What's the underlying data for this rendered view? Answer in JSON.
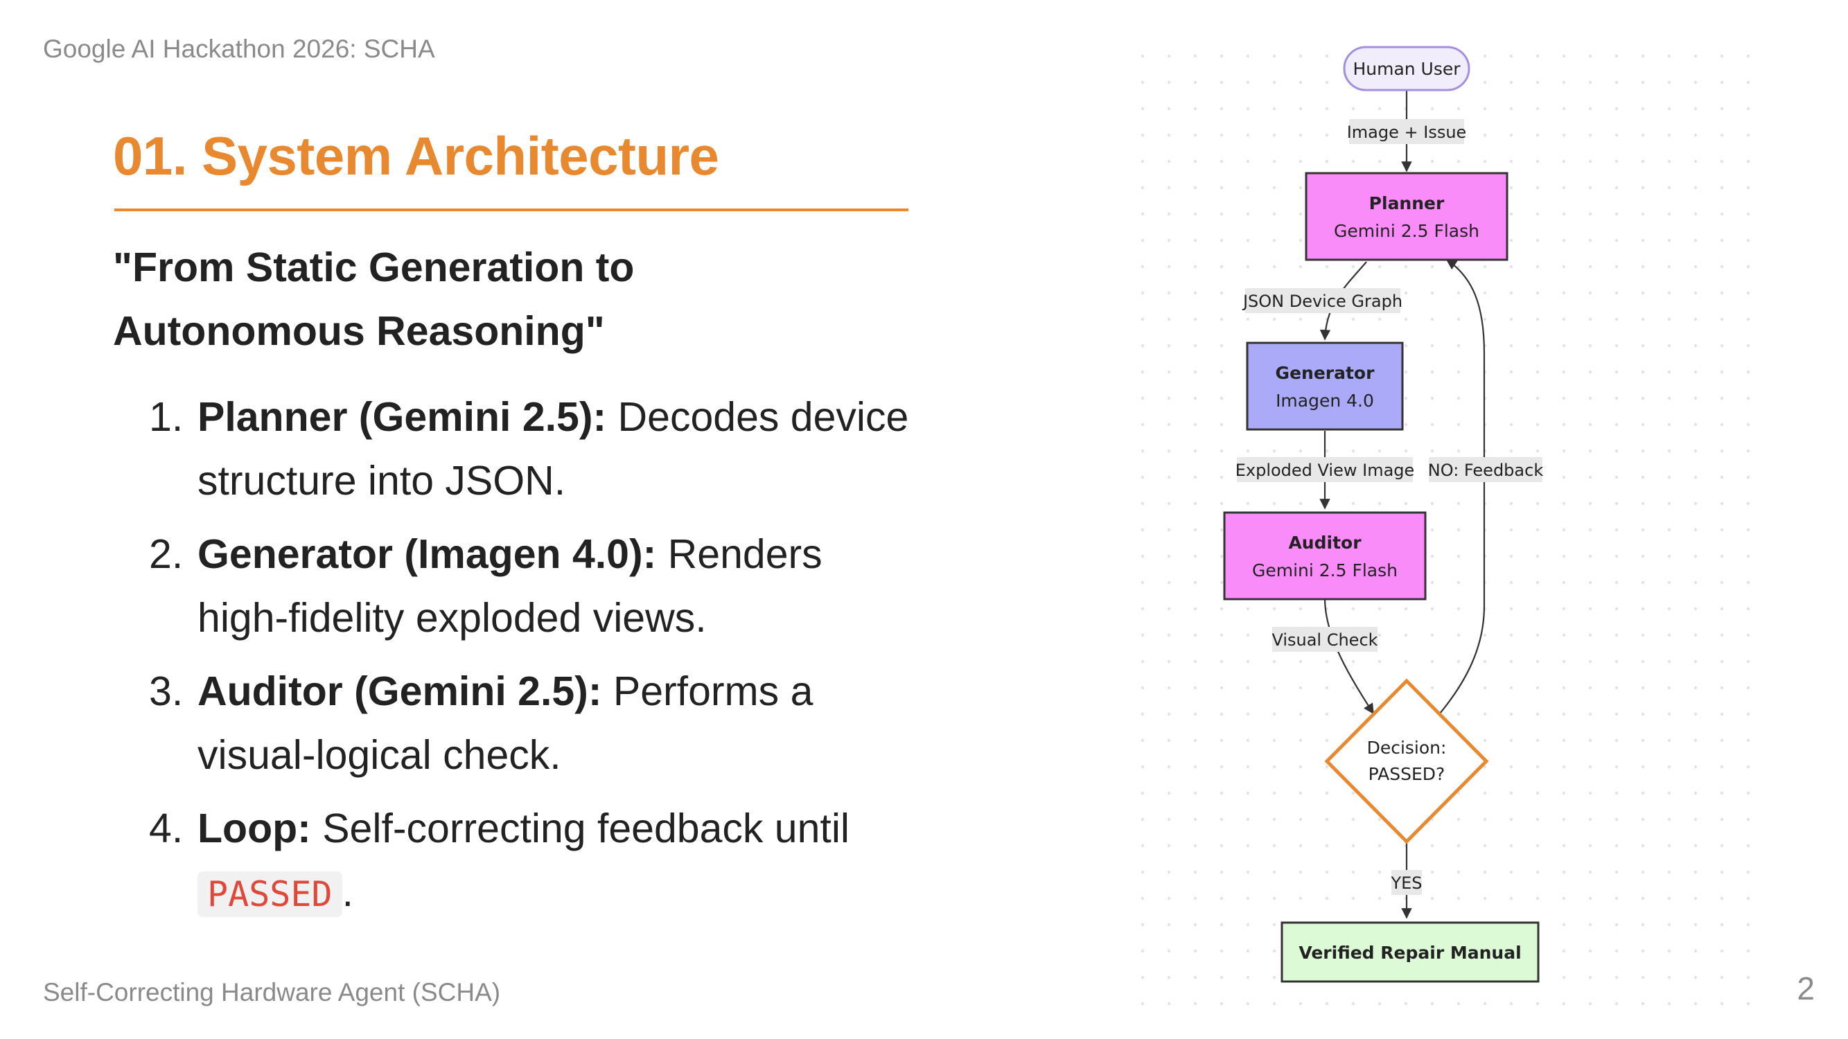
{
  "slide": {
    "header": "Google AI Hackathon 2026: SCHA",
    "footer": "Self-Correcting Hardware Agent (SCHA)",
    "page_number": "2",
    "title": "01. System Architecture",
    "quote_line1": "\"From Static Generation to",
    "quote_line2": "Autonomous Reasoning\"",
    "steps": [
      {
        "num": "1.",
        "strong": "Planner (Gemini 2.5):",
        "text": " Decodes device structure into JSON."
      },
      {
        "num": "2.",
        "strong": "Generator (Imagen 4.0):",
        "text": " Renders high-fidelity exploded views."
      },
      {
        "num": "3.",
        "strong": "Auditor (Gemini 2.5):",
        "text": " Performs a visual-logical check."
      },
      {
        "num": "4.",
        "strong": "Loop:",
        "text": " Self-correcting feedback until ",
        "code": "PASSED",
        "suffix": "."
      }
    ]
  },
  "diagram": {
    "nodes": {
      "human_user": "Human User",
      "planner_title": "Planner",
      "planner_sub": "Gemini 2.5 Flash",
      "generator_title": "Generator",
      "generator_sub": "Imagen 4.0",
      "auditor_title": "Auditor",
      "auditor_sub": "Gemini 2.5 Flash",
      "decision_line1": "Decision:",
      "decision_line2": "PASSED?",
      "final": "Verified Repair Manual"
    },
    "edges": {
      "user_to_planner": "Image + Issue",
      "planner_to_generator": "JSON Device Graph",
      "generator_to_auditor": "Exploded View Image",
      "auditor_to_decision": "Visual Check",
      "decision_no": "NO: Feedback",
      "decision_yes": "YES"
    },
    "colors": {
      "human_user_fill": "#f1edfb",
      "human_user_stroke": "#a48ee0",
      "planner_fill": "#f98cf8",
      "auditor_fill": "#f98cf8",
      "generator_fill": "#aaaaf9",
      "decision_stroke": "#e8892f",
      "final_fill": "#dcfad6",
      "accent": "#e8892f"
    }
  }
}
